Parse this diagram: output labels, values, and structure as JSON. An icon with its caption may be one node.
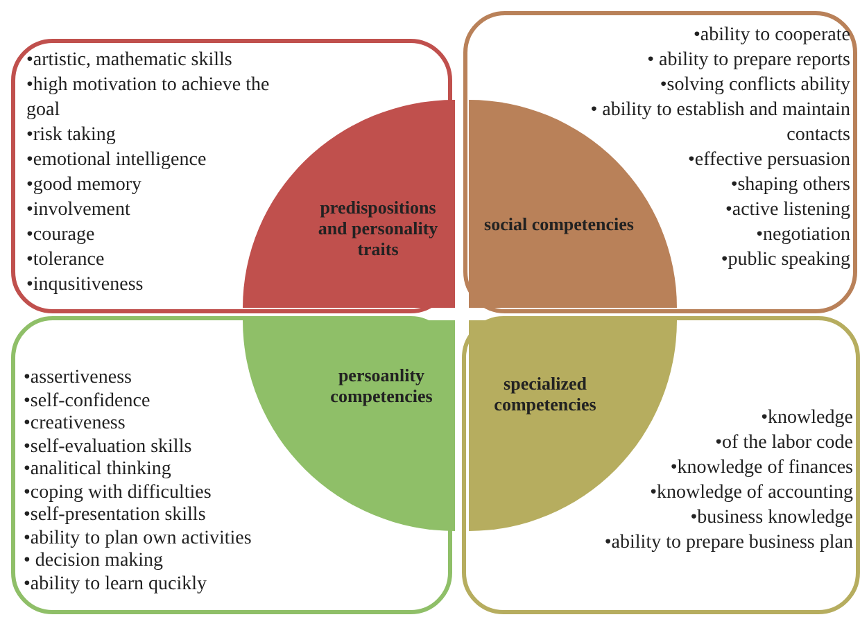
{
  "diagram": {
    "nodes": [
      {
        "text": [
          "•artistic, mathematic skills",
          "•high motivation to achieve the goal",
          "•risk taking",
          "•emotional intelligence",
          "•good memory",
          "•involvement",
          "•courage",
          "•tolerance",
          "•inqusitiveness"
        ]
      },
      {
        "text": [
          "predispositions and personality traits"
        ],
        "in": 0
      },
      {
        "text": [
          "social competencies"
        ],
        "in": 3
      },
      {
        "text": [
          "•ability to cooperate",
          "• ability to prepare reports",
          "•solving conflicts ability",
          "• ability to establish and maintain contacts",
          "•effective persuasion",
          "•shaping others",
          "•active listening",
          "•negotiation",
          "•public speaking"
        ]
      },
      {
        "text": [
          "•assertiveness",
          "•self-confidence",
          "•creativeness",
          "•self-evaluation skills",
          "•analitical thinking",
          "•coping with difficulties",
          "•self-presentation skills",
          "•ability to plan own activities",
          "• decision making",
          "•ability to learn qucikly"
        ]
      },
      {
        "text": [
          "persoanlity competencies"
        ],
        "in": 4
      },
      {
        "text": [
          "specialized competencies"
        ],
        "in": 7
      },
      {
        "text": [
          "•knowledge",
          "•of the labor code",
          "•knowledge of finances",
          "•knowledge of accounting",
          "•business knowledge",
          "•ability to prepare business plan"
        ]
      }
    ]
  }
}
